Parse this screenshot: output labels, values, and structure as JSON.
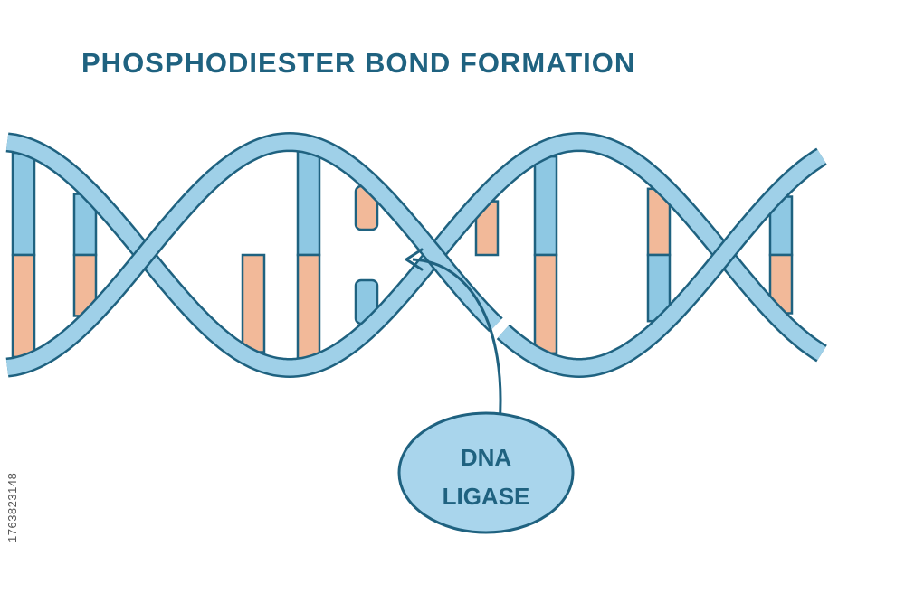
{
  "title": "PHOSPHODIESTER BOND FORMATION",
  "enzyme": {
    "line1": "DNA",
    "line2": "LIGASE"
  },
  "stock_id": "1763823148",
  "colors": {
    "outline": "#1f6280",
    "backbone": "#9fd0e8",
    "base_blue": "#8ec8e3",
    "base_orange": "#f2b999",
    "enzyme_fill": "#a9d5ec",
    "title": "#1f6280"
  }
}
